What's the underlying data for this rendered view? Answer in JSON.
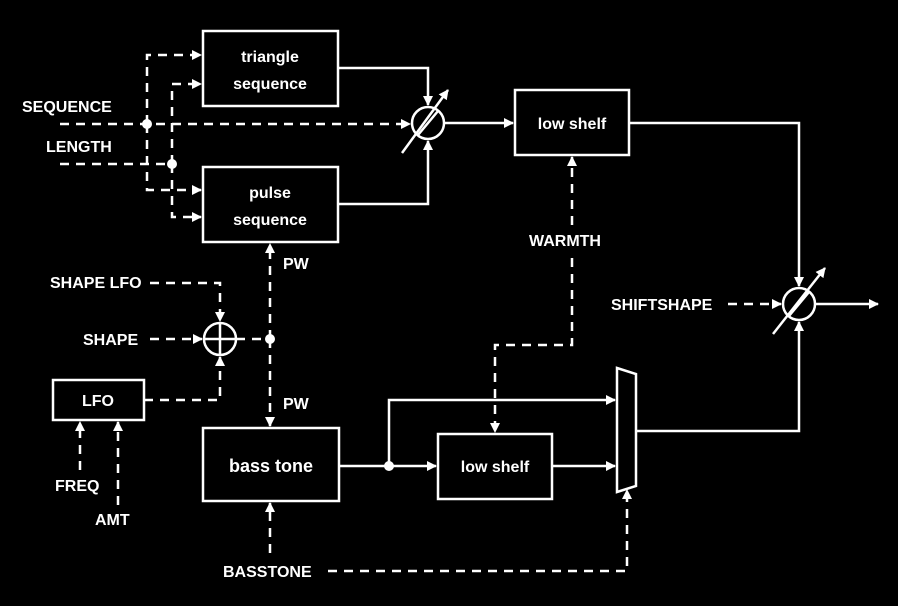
{
  "blocks": {
    "triangle_sequence": [
      "triangle",
      "sequence"
    ],
    "pulse_sequence": [
      "pulse",
      "sequence"
    ],
    "low_shelf_top": "low shelf",
    "lfo": "LFO",
    "bass_tone": "bass tone",
    "low_shelf_bottom": "low shelf"
  },
  "controls": {
    "sequence": "SEQUENCE",
    "length": "LENGTH",
    "shape_lfo": "SHAPE LFO",
    "shape": "SHAPE",
    "freq": "FREQ",
    "amt": "AMT",
    "warmth": "WARMTH",
    "shiftshape": "SHIFTSHAPE",
    "basstone": "BASSTONE",
    "pw_top": "PW",
    "pw_bottom": "PW"
  }
}
